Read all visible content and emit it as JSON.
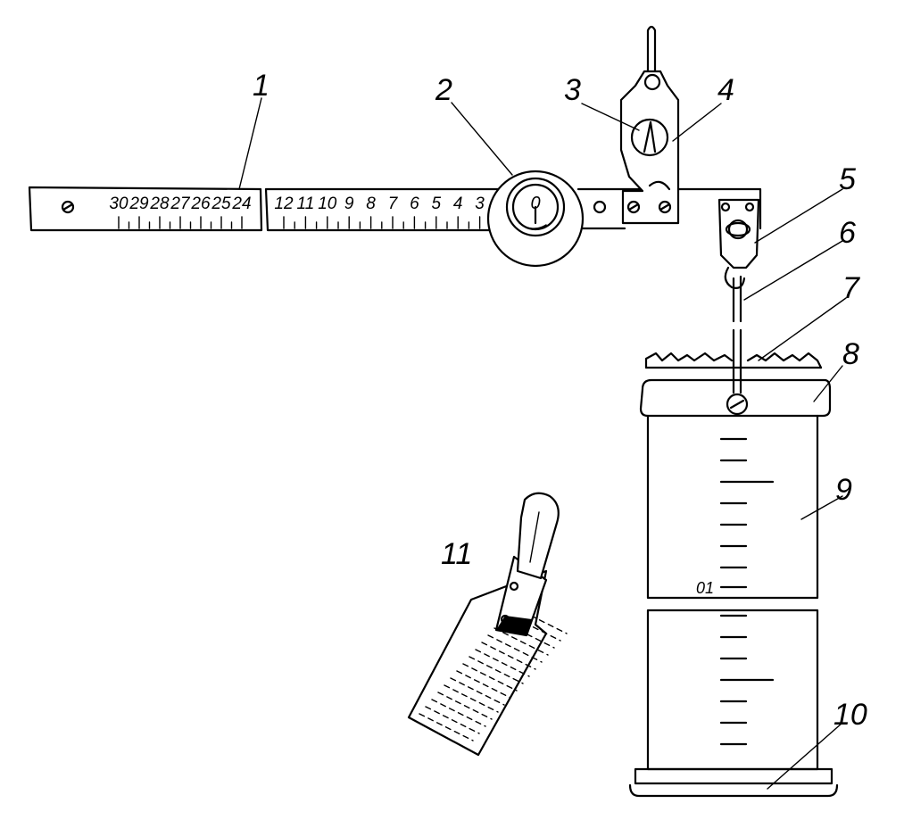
{
  "callouts": [
    "1",
    "2",
    "3",
    "4",
    "5",
    "6",
    "7",
    "8",
    "9",
    "10",
    "11"
  ],
  "scale_left": [
    "30",
    "29",
    "28",
    "27",
    "26",
    "25",
    "24"
  ],
  "scale_right": [
    "12",
    "11",
    "10",
    "9",
    "8",
    "7",
    "6",
    "5",
    "4",
    "3"
  ],
  "dial_zero": "0",
  "cylinder_mark": "01"
}
